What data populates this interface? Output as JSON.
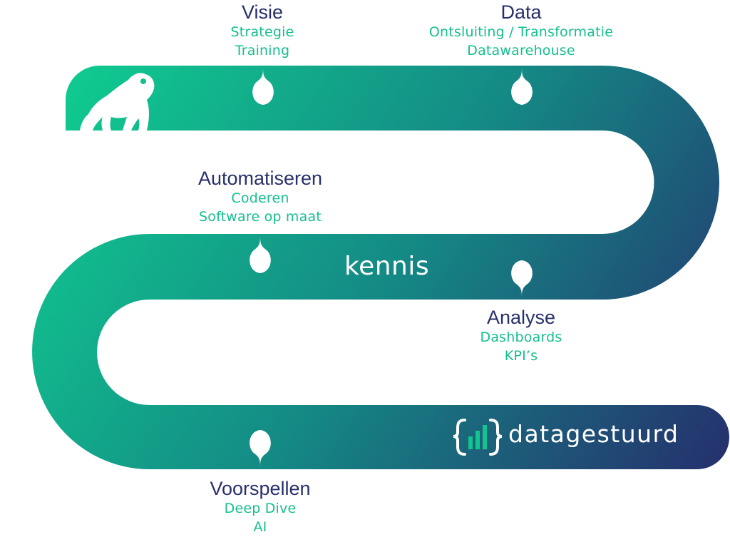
{
  "road_label": "kennis",
  "brand": {
    "name": "datagestuurd",
    "logo": "bracket-bars-logo"
  },
  "mascot_icon": "gorilla-silhouette-icon",
  "colors": {
    "road_start": "#10cb90",
    "road_mid": "#148a85",
    "road_end": "#25326e",
    "title": "#27306b",
    "item": "#15bf8e"
  },
  "stages": [
    {
      "title": "Visie",
      "items": [
        "Strategie",
        "Training"
      ]
    },
    {
      "title": "Data",
      "items": [
        "Ontsluiting / Transformatie",
        "Datawarehouse"
      ]
    },
    {
      "title": "Automatiseren",
      "items": [
        "Coderen",
        "Software op maat"
      ]
    },
    {
      "title": "Analyse",
      "items": [
        "Dashboards",
        "KPI’s"
      ]
    },
    {
      "title": "Voorspellen",
      "items": [
        "Deep Dive",
        "AI"
      ]
    }
  ]
}
